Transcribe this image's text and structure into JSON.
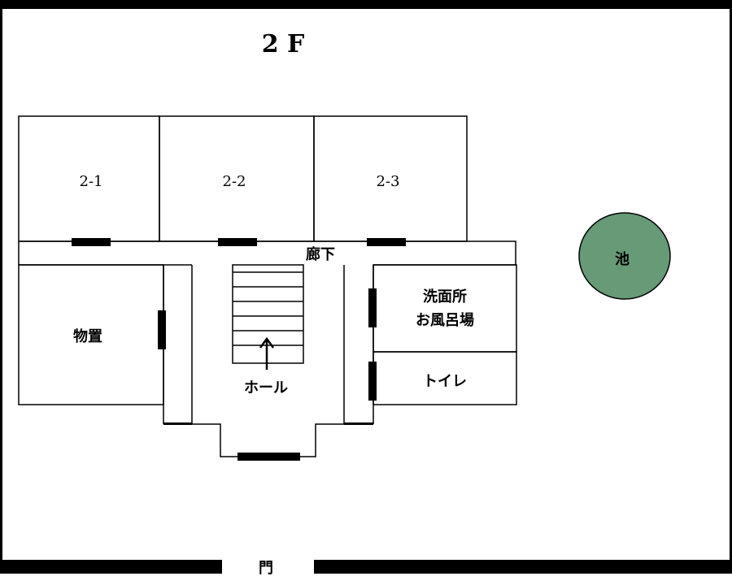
{
  "floor": {
    "title": "2 F"
  },
  "rooms": {
    "room_2_1": "2-1",
    "room_2_2": "2-2",
    "room_2_3": "2-3",
    "corridor": "廊下",
    "storage": "物置",
    "hall": "ホール",
    "washroom_line1": "洗面所",
    "washroom_line2": "お風呂場",
    "toilet": "トイレ"
  },
  "outside": {
    "pond": "池",
    "gate": "門"
  },
  "colors": {
    "pond": "#679a77",
    "wall": "#000000",
    "background": "#ffffff"
  }
}
